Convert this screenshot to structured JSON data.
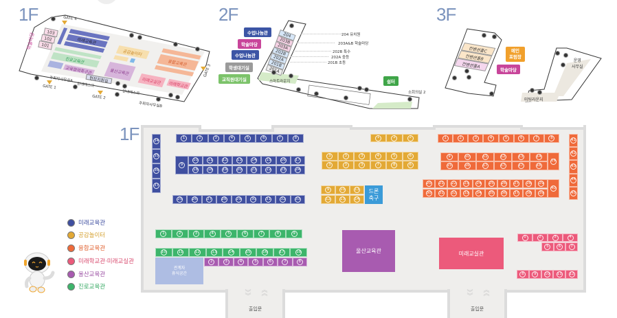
{
  "mini_1f": {
    "title": "1F",
    "zones": {
      "future_edu": "미래교육관",
      "empathy_playground": "공감놀이터",
      "convergence_edu": "융합교육관",
      "career_edu": "진로교육관",
      "edu_cooperation": "교육협력특구관",
      "ulsan_edu": "울산교육관",
      "future_classroom": "미래교실관",
      "future_school": "미래학교관",
      "field_support": "현장지원실"
    },
    "rooms": [
      "103",
      "102",
      "101"
    ],
    "side_label": "학술마당",
    "gates": [
      "GATE 1",
      "GATE 2",
      "GATE 3",
      "GATE 4"
    ],
    "office_a": "주최자사무실A",
    "office_b": "주최자사무실B",
    "info_desk_1": "안내데스크",
    "info_desk_2": "안내데스크"
  },
  "mini_2f": {
    "title": "2F",
    "rooms": [
      "204",
      "203B",
      "203A",
      "202B",
      "202A",
      "201B",
      "201A"
    ],
    "tags": [
      {
        "label": "수업나눔관",
        "color": "#3c55a5"
      },
      {
        "label": "학술마당",
        "color": "#c8459a"
      },
      {
        "label": "수업나눔관",
        "color": "#3c55a5"
      },
      {
        "label": "학생대기실",
        "color": "#9a9a9a"
      },
      {
        "label": "교직원대기실",
        "color": "#7cc36a"
      }
    ],
    "notes": [
      "204 유치원",
      "203A&B 학술마당",
      "202B 특수",
      "202A 중등",
      "201B 초등"
    ],
    "smart_lounge": "스마트라운지",
    "shelter": "쉼터",
    "meeting_room": "소회의실 2"
  },
  "mini_3f": {
    "title": "3F",
    "halls": [
      "컨벤션홀C",
      "컨벤션홀B",
      "컨벤션홀A"
    ],
    "tag_main": "메인\n포럼장",
    "tag_academic": "학술마당",
    "ops_office": "운영\n사무실",
    "meeting_lounge": "미팅라운지"
  },
  "main_plan": {
    "title": "1F",
    "booth_groups": {
      "blue_top": [
        "①",
        "②",
        "③",
        "④",
        "⑤",
        "⑥",
        "⑦",
        "⑧"
      ],
      "blue_col": [
        "㉞",
        "㉟",
        "㊱",
        "㊲"
      ],
      "blue_9": [
        "⑨"
      ],
      "blue_mid_a": [
        "⑩",
        "⑪",
        "⑫",
        "⑬",
        "⑭",
        "⑮",
        "⑯",
        "⑰"
      ],
      "blue_mid_b": [
        "⑱",
        "⑱",
        "⑲",
        "⑳",
        "㉑",
        "㉒",
        "㉓",
        "㉔"
      ],
      "blue_bottom": [
        "㉕",
        "㉖",
        "㉗",
        "㉘",
        "㉙",
        "㉚",
        "㉛",
        "㉜",
        "㉝"
      ],
      "yellow_top": [
        "①",
        "②",
        "②"
      ],
      "yellow_mid_a": [
        "③",
        "③",
        "③",
        "④",
        "⑤",
        "⑥"
      ],
      "yellow_mid_b": [
        "③",
        "③",
        "③",
        "⑦",
        "⑧",
        "⑥"
      ],
      "yellow_low_a": [
        "⑨",
        "⑩",
        "⑪"
      ],
      "yellow_low_b": [
        "⑫",
        "⑬",
        "⑭"
      ],
      "orange_top": [
        "①",
        "②",
        "③",
        "④",
        "⑤",
        "⑥",
        "⑦",
        "⑧"
      ],
      "orange_mid_a": [
        "⑨",
        "⑩",
        "⑪",
        "⑫",
        "⑬",
        "⑭"
      ],
      "orange_mid_b": [
        "⑮",
        "⑯",
        "⑰",
        "⑰",
        "⑰",
        "⑱"
      ],
      "orange_19": [
        "⑲"
      ],
      "orange_low_a": [
        "⑳",
        "㉑",
        "㉒",
        "㉓",
        "㉔",
        "㉕",
        "㉖",
        "㉗",
        "㉘",
        "㉙"
      ],
      "orange_low_b": [
        "㉚",
        "㉛",
        "㉜",
        "㉝",
        "㉞",
        "㉟",
        "㊱",
        "㊲",
        "㊳",
        "㊴"
      ],
      "orange_40": [
        "㊵"
      ],
      "orange_col": [
        "㊶",
        "㊷",
        "㊸",
        "㊹",
        "㊺"
      ],
      "green_a": [
        "①",
        "②",
        "③",
        "④",
        "⑤",
        "⑥",
        "⑦",
        "⑧",
        "⑨"
      ],
      "green_b": [
        "⑩",
        "⑪",
        "⑫",
        "⑬",
        "⑭",
        "⑮",
        "⑯",
        "⑰",
        "⑱"
      ],
      "purple_row": [
        "②",
        "③",
        "④",
        "⑤",
        "⑥",
        "⑦",
        "⑧"
      ],
      "pink_a": [
        "①",
        "②",
        "③",
        "④"
      ],
      "pink_b": [
        "⑤",
        "⑥",
        "⑦"
      ],
      "pink_c": [
        "⑧",
        "⑨",
        "⑩",
        "⑪",
        "⑫"
      ]
    },
    "drone_soccer": "드론\n축구",
    "staff_lounge": "관계자\n휴식공간",
    "ulsan_hall": "울산교육관",
    "future_classroom_hall": "미래교실관",
    "entrance_left": "출입문",
    "entrance_right": "출입문"
  },
  "legend": [
    {
      "label": "미래교육관",
      "color": "#3f4fa0"
    },
    {
      "label": "공감놀이터",
      "color": "#e3a935"
    },
    {
      "label": "융합교육관",
      "color": "#ef6a3a"
    },
    {
      "label": "미래학교관·미래교실관",
      "color": "#ec5a7b"
    },
    {
      "label": "울산교육관",
      "color": "#a85bb0"
    },
    {
      "label": "진로교육관",
      "color": "#3db56b"
    }
  ],
  "colors": {
    "blue": "#3f4fa0",
    "yellow": "#e3a935",
    "orange": "#ef6a3a",
    "green": "#3db56b",
    "purple": "#a85bb0",
    "pink": "#ec5a7b",
    "drone": "#3b9bd8",
    "lavender": "#aebde3"
  }
}
